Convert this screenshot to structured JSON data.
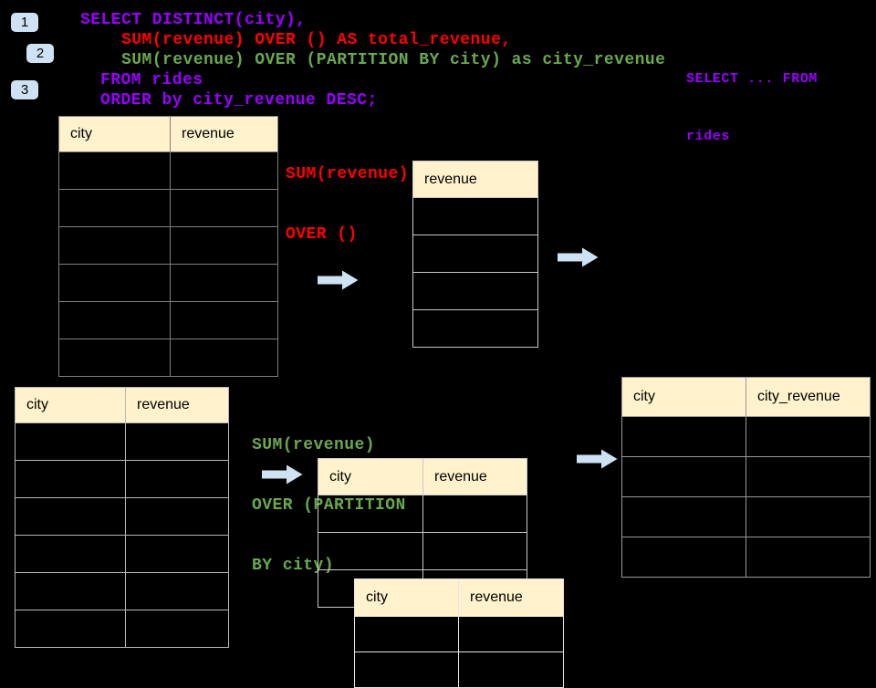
{
  "colors": {
    "background": "#000000",
    "sql_keyword_purple": "#9900ff",
    "total_revenue_red": "#ff0000",
    "partition_green": "#6aa84f",
    "table_header_fill": "#fff2cc",
    "arrow_and_badge_blue": "#cfe2f3"
  },
  "step_badges": [
    {
      "label": "1"
    },
    {
      "label": "2"
    },
    {
      "label": "3"
    }
  ],
  "sql_code": {
    "lines": [
      {
        "text": "SELECT DISTINCT(city),",
        "color": "#9900ff"
      },
      {
        "text": "SUM(revenue) OVER () AS total_revenue,",
        "color": "#ff0000"
      },
      {
        "text": "SUM(revenue) OVER (PARTITION BY city) as city_revenue",
        "color": "#6aa84f"
      },
      {
        "text": "FROM rides",
        "color": "#9900ff"
      },
      {
        "text": "ORDER by city_revenue DESC;",
        "color": "#9900ff"
      }
    ]
  },
  "side_note": {
    "line1": "SELECT ... FROM",
    "line2": "rides"
  },
  "annotations": {
    "total": {
      "line1": "SUM(revenue)",
      "line2": "OVER ()"
    },
    "partition": {
      "line1": "SUM(revenue)",
      "line2": "OVER (PARTITION",
      "line3": "BY city)"
    }
  },
  "tables": {
    "t1": {
      "headers": [
        "city",
        "revenue"
      ],
      "empty_row_count": 6
    },
    "t2": {
      "headers": [
        "revenue"
      ],
      "empty_row_count": 4
    },
    "t3": {
      "headers": [
        "city",
        "revenue"
      ],
      "empty_row_count": 6
    },
    "t4": {
      "headers": [
        "city",
        "revenue"
      ],
      "empty_row_count": 3
    },
    "t5": {
      "headers": [
        "city",
        "revenue"
      ],
      "empty_row_count": 2
    },
    "t6": {
      "headers": [
        "city",
        "city_revenue"
      ],
      "empty_row_count": 4
    }
  },
  "icons": {
    "flow_arrow": "block-arrow-right"
  }
}
